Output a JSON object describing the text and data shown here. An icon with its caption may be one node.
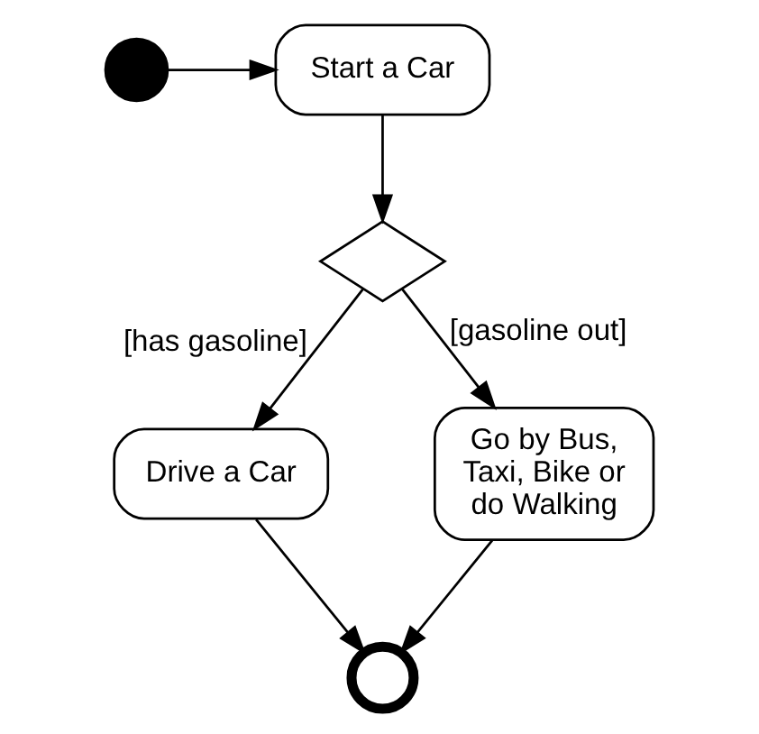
{
  "diagram": {
    "nodes": [
      {
        "text": [],
        "shape": "circle"
      },
      {
        "text": [
          "Start a Car"
        ]
      },
      {
        "text": [],
        "shape": "diamond"
      },
      {
        "text": [
          "Drive a Car"
        ]
      },
      {
        "text": [
          "Go by Bus, Taxi, Bike or do Walking"
        ]
      },
      {
        "text": [],
        "shape": "circle"
      }
    ],
    "edges": [
      {
        "from": 0,
        "to": 1,
        "arrow": "to"
      },
      {
        "from": 1,
        "to": 2,
        "arrow": "to"
      },
      {
        "from": 2,
        "to": 3,
        "arrow": "to",
        "label": "[has gasoline]"
      },
      {
        "from": 2,
        "to": 4,
        "arrow": "to",
        "label": "[gasoline out]"
      },
      {
        "from": 3,
        "to": 5,
        "arrow": "to"
      },
      {
        "from": 4,
        "to": 5,
        "arrow": "to"
      }
    ]
  }
}
